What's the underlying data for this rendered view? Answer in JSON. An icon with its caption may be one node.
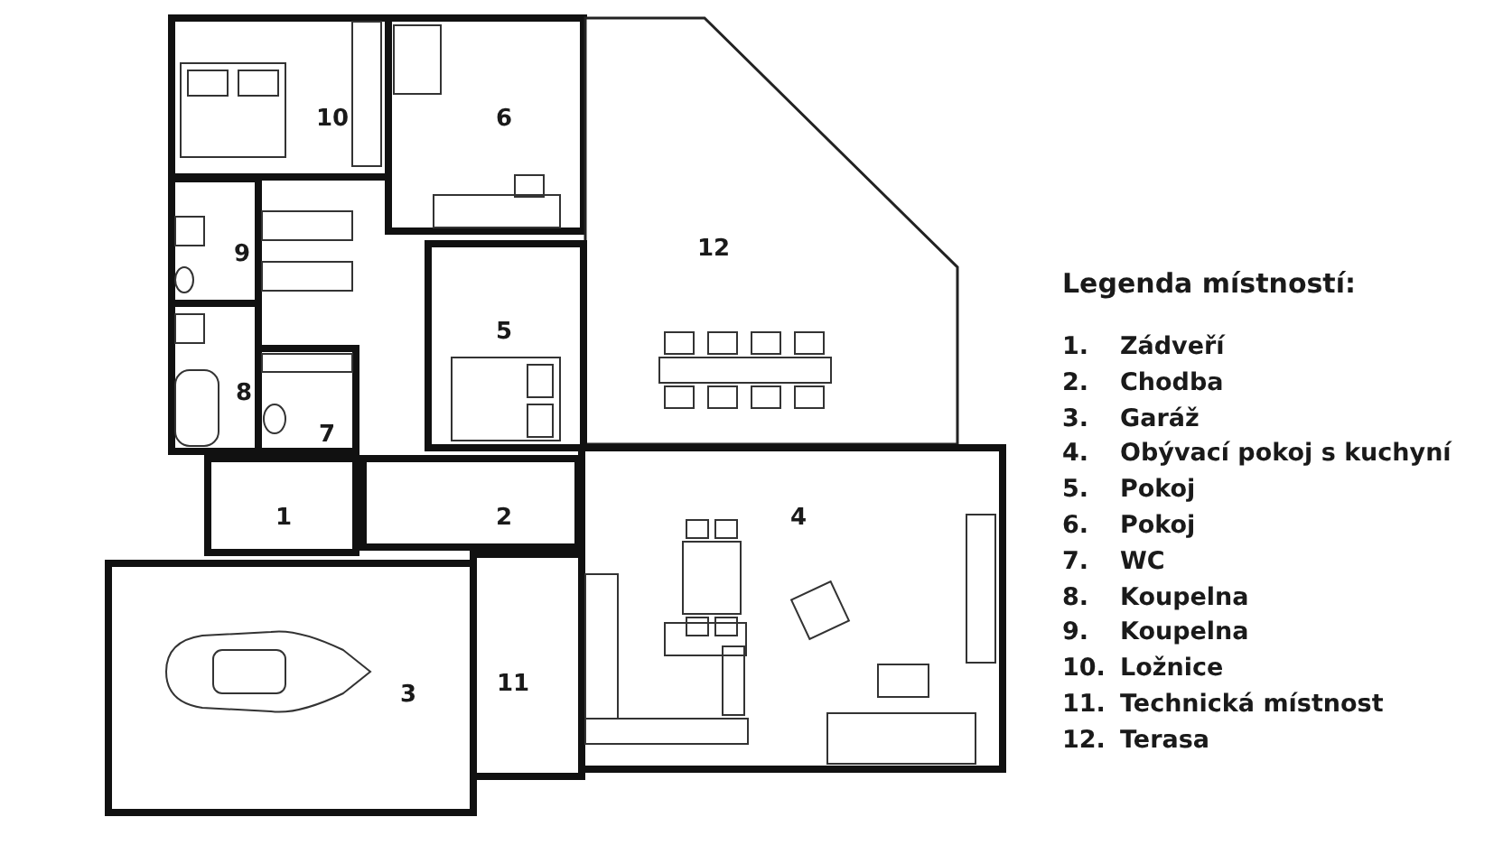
{
  "diagram": {
    "nodes": [
      {
        "text": [
          "10"
        ]
      },
      {
        "text": [
          "6"
        ]
      },
      {
        "text": [
          "12"
        ]
      },
      {
        "text": [
          "9"
        ]
      },
      {
        "text": [
          "5"
        ]
      },
      {
        "text": [
          "8"
        ]
      },
      {
        "text": [
          "7"
        ]
      },
      {
        "text": [
          "1"
        ]
      },
      {
        "text": [
          "2"
        ]
      },
      {
        "text": [
          "4"
        ]
      },
      {
        "text": [
          "3"
        ]
      },
      {
        "text": [
          "11"
        ]
      }
    ],
    "edges": [],
    "labels": [
      "Legenda místností:",
      "1.",
      "Zádveří",
      "2.",
      "Chodba",
      "3.",
      "Garáž",
      "4.",
      "Obývací pokoj s kuchyní",
      "5.",
      "Pokoj",
      "6.",
      "Pokoj",
      "7.",
      "WC",
      "8.",
      "Koupelna",
      "9.",
      "Koupelna",
      "10.",
      "Ložnice",
      "11.",
      "Technická místnost",
      "12.",
      "Terasa"
    ]
  }
}
